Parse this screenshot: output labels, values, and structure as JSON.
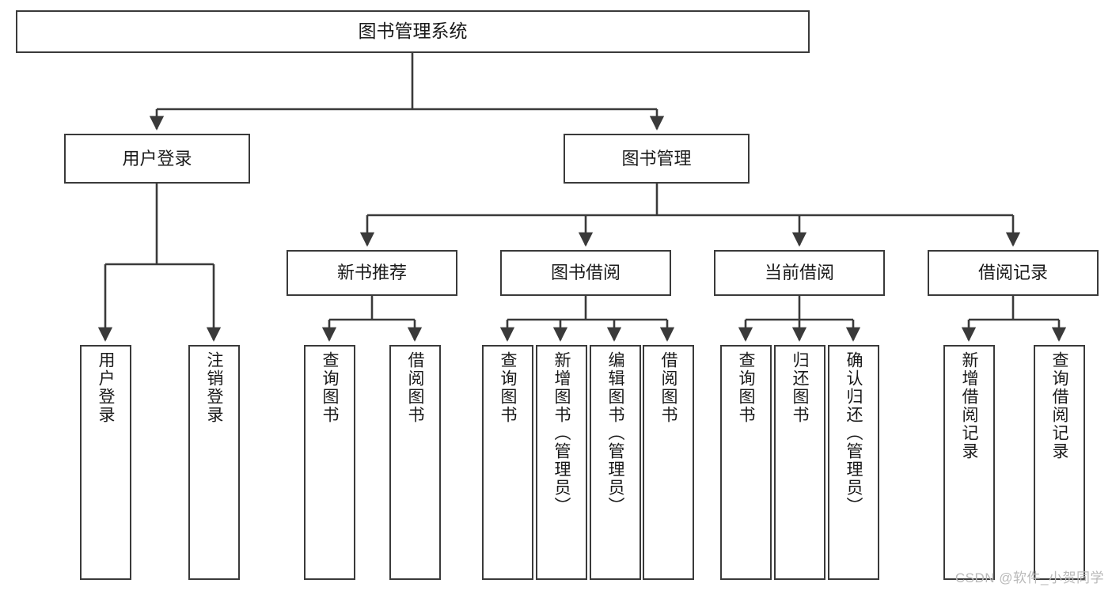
{
  "diagram": {
    "title": "图书管理系统",
    "type": "tree-hierarchy",
    "root": {
      "id": "root",
      "label": "图书管理系统",
      "orientation": "horizontal"
    },
    "level2": [
      {
        "id": "user-login",
        "label": "用户登录",
        "orientation": "horizontal"
      },
      {
        "id": "book-manage",
        "label": "图书管理",
        "orientation": "horizontal"
      }
    ],
    "level3": [
      {
        "id": "new-book-recommend",
        "label": "新书推荐",
        "orientation": "horizontal"
      },
      {
        "id": "book-borrow",
        "label": "图书借阅",
        "orientation": "horizontal"
      },
      {
        "id": "current-borrow",
        "label": "当前借阅",
        "orientation": "horizontal"
      },
      {
        "id": "borrow-record",
        "label": "借阅记录",
        "orientation": "horizontal"
      }
    ],
    "leaves": {
      "user_login": [
        {
          "id": "leaf-user-login",
          "label": "用户登录",
          "orientation": "vertical"
        },
        {
          "id": "leaf-logout-login",
          "label": "注销登录",
          "orientation": "vertical"
        }
      ],
      "new_book_recommend": [
        {
          "id": "leaf-query-book-1",
          "label": "查询图书",
          "orientation": "vertical"
        },
        {
          "id": "leaf-borrow-book-1",
          "label": "借阅图书",
          "orientation": "vertical"
        }
      ],
      "book_borrow": [
        {
          "id": "leaf-query-book-2",
          "label": "查询图书",
          "orientation": "vertical"
        },
        {
          "id": "leaf-add-book",
          "label": "新增图书（管理员）",
          "orientation": "vertical"
        },
        {
          "id": "leaf-edit-book",
          "label": "编辑图书（管理员）",
          "orientation": "vertical"
        },
        {
          "id": "leaf-borrow-book-2",
          "label": "借阅图书",
          "orientation": "vertical"
        }
      ],
      "current_borrow": [
        {
          "id": "leaf-query-book-3",
          "label": "查询图书",
          "orientation": "vertical"
        },
        {
          "id": "leaf-return-book",
          "label": "归还图书",
          "orientation": "vertical"
        },
        {
          "id": "leaf-confirm-return",
          "label": "确认归还（管理员）",
          "orientation": "vertical"
        }
      ],
      "borrow_record": [
        {
          "id": "leaf-add-borrow-record",
          "label": "新增借阅记录",
          "orientation": "vertical"
        },
        {
          "id": "leaf-query-borrow-record",
          "label": "查询借阅记录",
          "orientation": "vertical"
        }
      ]
    },
    "colors": {
      "stroke": "#3a3a3a",
      "fill": "#ffffff",
      "text": "#1a1a1a",
      "watermark": "#b9b9b9"
    }
  },
  "watermark": {
    "text": "CSDN @软件_小贺同学"
  }
}
